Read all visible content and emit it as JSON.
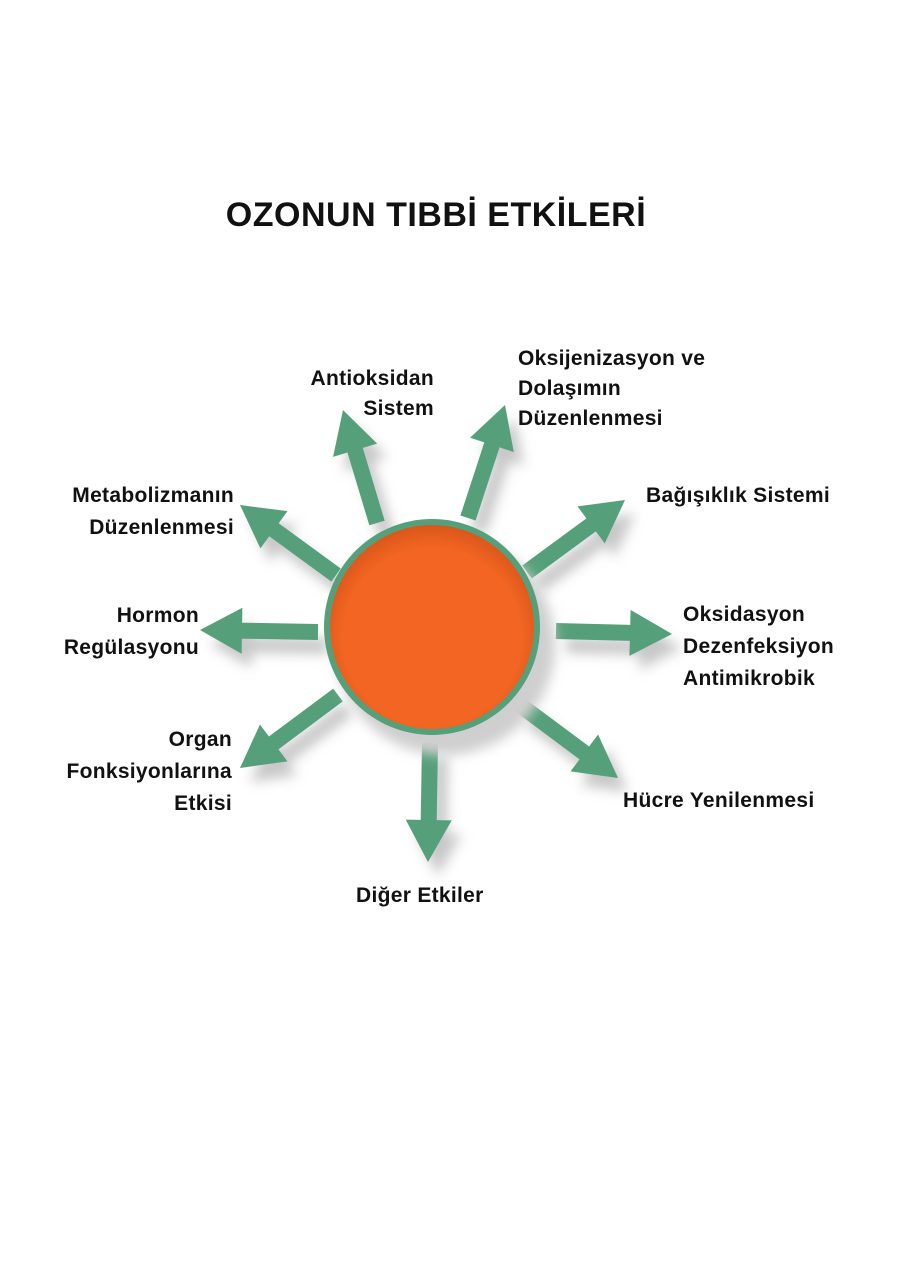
{
  "title": "OZONUN TIBBİ ETKİLERİ",
  "colors": {
    "center": "#F26522",
    "arrow": "#55A07A",
    "text": "#111111"
  },
  "effects": [
    {
      "lines": [
        "Antioksidan",
        "Sistem"
      ]
    },
    {
      "lines": [
        "Oksijenizasyon ve",
        "Dolaşımın",
        "Düzenlenmesi"
      ]
    },
    {
      "lines": [
        "Bağışıklık Sistemi"
      ]
    },
    {
      "lines": [
        "Oksidasyon",
        "Dezenfeksiyon",
        "Antimikrobik"
      ]
    },
    {
      "lines": [
        "Hücre Yenilenmesi"
      ]
    },
    {
      "lines": [
        "Diğer Etkiler"
      ]
    },
    {
      "lines": [
        "Organ",
        "Fonksiyonlarına",
        "Etkisi"
      ]
    },
    {
      "lines": [
        "Hormon",
        "Regülasyonu"
      ]
    },
    {
      "lines": [
        "Metabolizmanın",
        "Düzenlenmesi"
      ]
    }
  ]
}
